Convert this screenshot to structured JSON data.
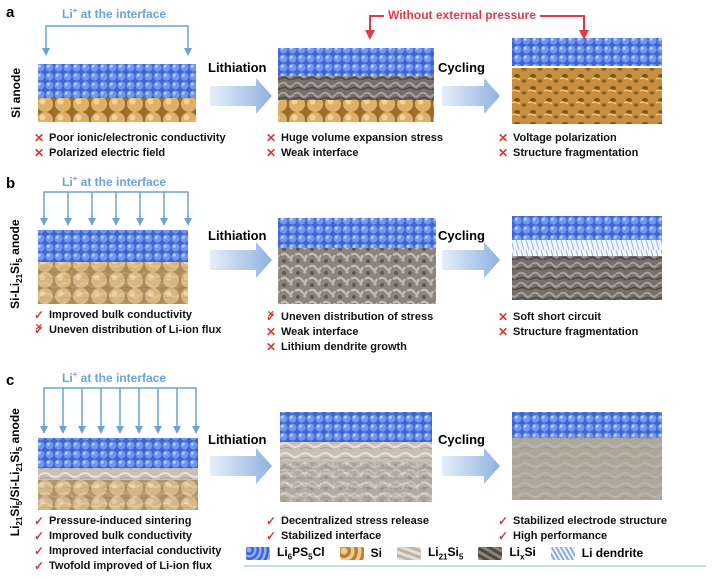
{
  "top_banner": {
    "pressure_text": "Without external pressure"
  },
  "panels": [
    {
      "letter": "a",
      "side_label": "Si anode",
      "li_label_prefix": "Li",
      "li_label_sup": "+",
      "li_label_suffix": " at the interface",
      "arrow1": "Lithiation",
      "arrow2": "Cycling",
      "notes1": [
        {
          "mark": "x",
          "text": "Poor ionic/electronic conductivity"
        },
        {
          "mark": "x",
          "text": "Polarized electric field"
        }
      ],
      "notes2": [
        {
          "mark": "x",
          "text": "Huge volume expansion stress"
        },
        {
          "mark": "x",
          "text": "Weak interface"
        }
      ],
      "notes3": [
        {
          "mark": "x",
          "text": "Voltage polarization"
        },
        {
          "mark": "x",
          "text": "Structure fragmentation"
        }
      ]
    },
    {
      "letter": "b",
      "side_label": "Si-Li21Si5 anode",
      "li_label_prefix": "Li",
      "li_label_sup": "+",
      "li_label_suffix": " at the interface",
      "arrow1": "Lithiation",
      "arrow2": "Cycling",
      "notes1": [
        {
          "mark": "check",
          "text": "Improved bulk conductivity"
        },
        {
          "mark": "check-x",
          "text": "Uneven distribution of Li-ion flux"
        }
      ],
      "notes2": [
        {
          "mark": "check-x",
          "text": "Uneven distribution of stress"
        },
        {
          "mark": "x",
          "text": "Weak interface"
        },
        {
          "mark": "x",
          "text": "Lithium dendrite growth"
        }
      ],
      "notes3": [
        {
          "mark": "x",
          "text": "Soft short circuit"
        },
        {
          "mark": "x",
          "text": "Structure fragmentation"
        }
      ]
    },
    {
      "letter": "c",
      "side_label": "Li21Si5/Si-Li21Si5 anode",
      "li_label_prefix": "Li",
      "li_label_sup": "+",
      "li_label_suffix": " at the interface",
      "arrow1": "Lithiation",
      "arrow2": "Cycling",
      "notes1": [
        {
          "mark": "check",
          "text": "Pressure-induced sintering"
        },
        {
          "mark": "check",
          "text": "Improved bulk conductivity"
        },
        {
          "mark": "check",
          "text": "Improved interfacial conductivity"
        },
        {
          "mark": "check",
          "text": "Twofold improved of Li-ion flux"
        }
      ],
      "notes2": [
        {
          "mark": "check",
          "text": "Decentralized stress release"
        },
        {
          "mark": "check",
          "text": "Stabilized interface"
        }
      ],
      "notes3": [
        {
          "mark": "check",
          "text": "Stabilized electrode structure"
        },
        {
          "mark": "check",
          "text": "High performance"
        }
      ]
    }
  ],
  "legend": [
    {
      "label": "Li6PS5Cl",
      "color": "#4a78e0"
    },
    {
      "label": "Si",
      "color": "#d9a855"
    },
    {
      "label": "Li21Si5",
      "color": "#cfc7bd"
    },
    {
      "label": "LixSi",
      "color": "#6f6a64"
    },
    {
      "label": "Li dendrite",
      "color": "#b9c9ee"
    }
  ],
  "colors": {
    "electrolyte": "#4a78e0",
    "si": "#d9a855",
    "li21si5": "#cfc7bd",
    "lixsi": "#6f6a64",
    "li_arrow": "#6aa3d6",
    "pressure": "#e03a4a",
    "mark": "#d23a3a"
  }
}
